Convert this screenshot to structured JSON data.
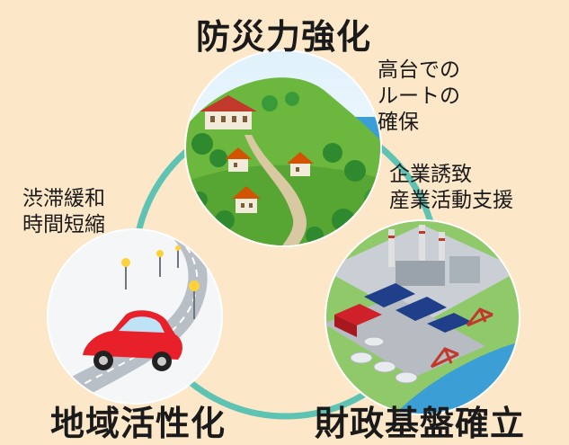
{
  "titles": {
    "top": "防災力強化",
    "bottom_left": "地域活性化",
    "bottom_right": "財政基盤確立"
  },
  "notes": {
    "top_right": "高台での\nルートの\n確保",
    "middle_right": "企業誘致\n産業活動支援",
    "middle_left": "渋滞緩和\n時間短縮"
  },
  "colors": {
    "background": "#fce7c9",
    "cycle_ring": "#5fc3b3",
    "sea": "#3b9fd6",
    "hill": "#6cb83f",
    "road_car": "#e8202a"
  },
  "illustrations": {
    "top": "hilltop-houses-illustration",
    "bottom_left": "road-with-car-illustration",
    "bottom_right": "industrial-area-illustration"
  }
}
